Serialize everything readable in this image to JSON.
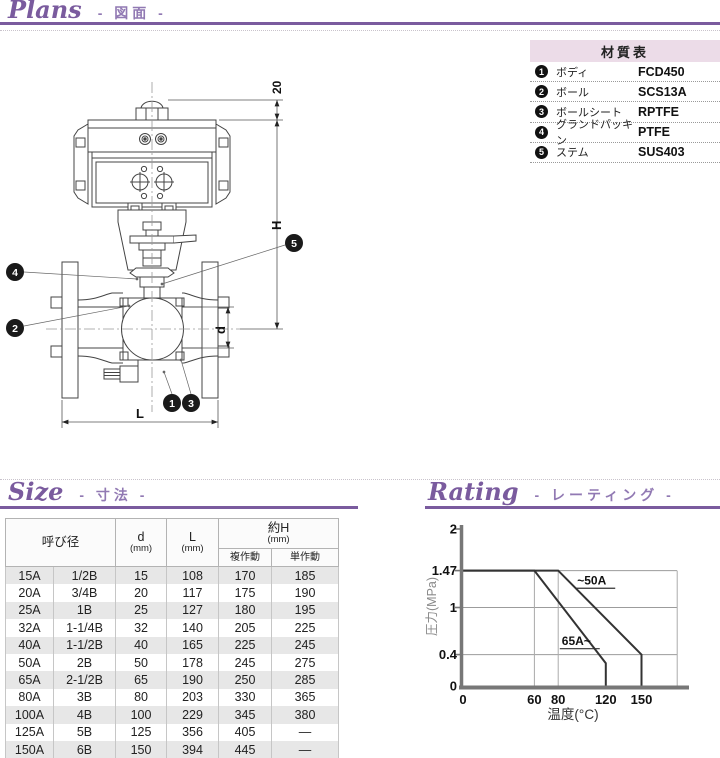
{
  "plans": {
    "title_en": "Plans",
    "title_jp": "- 図面 -",
    "drawing": {
      "dim_20": "20",
      "dim_H": "H",
      "dim_d": "d",
      "dim_L": "L",
      "callout_1": "1",
      "callout_2": "2",
      "callout_3": "3",
      "callout_4": "4",
      "callout_5": "5"
    }
  },
  "materials": {
    "title": "材質表",
    "rows": [
      {
        "no": "1",
        "name": "ボディ",
        "value": "FCD450"
      },
      {
        "no": "2",
        "name": "ボール",
        "value": "SCS13A"
      },
      {
        "no": "3",
        "name": "ボールシート",
        "value": "RPTFE"
      },
      {
        "no": "4",
        "name": "グランドパッキン",
        "value": "PTFE"
      },
      {
        "no": "5",
        "name": "ステム",
        "value": "SUS403"
      }
    ]
  },
  "size": {
    "title_en": "Size",
    "title_jp": "- 寸法 -",
    "table": {
      "col_diameter": "呼び径",
      "col_d": "d",
      "col_L": "L",
      "col_H": "約H",
      "unit_mm": "(mm)",
      "sub_double": "複作動",
      "sub_single": "単作動",
      "rows": [
        [
          "15A",
          "1/2B",
          "15",
          "108",
          "170",
          "185"
        ],
        [
          "20A",
          "3/4B",
          "20",
          "117",
          "175",
          "190"
        ],
        [
          "25A",
          "1B",
          "25",
          "127",
          "180",
          "195"
        ],
        [
          "32A",
          "1-1/4B",
          "32",
          "140",
          "205",
          "225"
        ],
        [
          "40A",
          "1-1/2B",
          "40",
          "165",
          "225",
          "245"
        ],
        [
          "50A",
          "2B",
          "50",
          "178",
          "245",
          "275"
        ],
        [
          "65A",
          "2-1/2B",
          "65",
          "190",
          "250",
          "285"
        ],
        [
          "80A",
          "3B",
          "80",
          "203",
          "330",
          "365"
        ],
        [
          "100A",
          "4B",
          "100",
          "229",
          "345",
          "380"
        ],
        [
          "125A",
          "5B",
          "125",
          "356",
          "405",
          "—"
        ],
        [
          "150A",
          "6B",
          "150",
          "394",
          "445",
          "—"
        ]
      ]
    }
  },
  "rating": {
    "title_en": "Rating",
    "title_jp": "- レーティング -",
    "chart_data": {
      "type": "line",
      "title": "",
      "xlabel": "温度(°C)",
      "ylabel": "圧力(MPa)",
      "xlim": [
        0,
        185
      ],
      "ylim": [
        0,
        2
      ],
      "x_ticks": [
        "0",
        "60",
        "80",
        "120",
        "150"
      ],
      "y_ticks": [
        "0",
        "0.4",
        "1",
        "1.47",
        "2"
      ],
      "grid": true,
      "grid_x": [
        60,
        80,
        180
      ],
      "grid_y": [
        0.4,
        1,
        1.47
      ],
      "legend_position": "inline",
      "series": [
        {
          "name": "~50A",
          "points": [
            [
              0,
              1.47
            ],
            [
              80,
              1.47
            ],
            [
              150,
              0.4
            ],
            [
              150,
              0
            ]
          ]
        },
        {
          "name": "65A~",
          "points": [
            [
              0,
              1.47
            ],
            [
              60,
              1.47
            ],
            [
              120,
              0.29
            ],
            [
              120,
              0
            ]
          ]
        }
      ],
      "annotations": [
        {
          "text": "~50A",
          "x": 96,
          "y": 1.29
        },
        {
          "text": "65A~",
          "x": 83,
          "y": 0.52
        }
      ]
    }
  },
  "colors": {
    "accent_purple": "#7a5b9e",
    "accent_purple_light": "#9179b3",
    "materials_header_bg": "#ecdce8",
    "table_alt_row": "#e7e7e7",
    "drawing_line": "#444",
    "chart_axis": "#777",
    "chart_line": "#333"
  }
}
